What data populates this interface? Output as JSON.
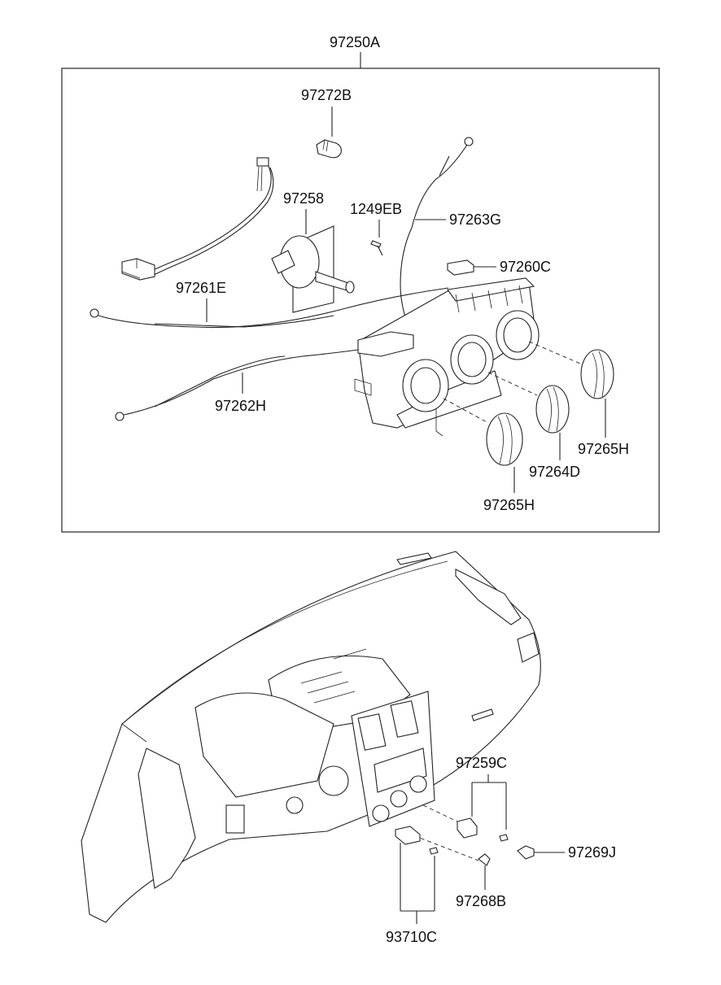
{
  "labels": {
    "assembly": "97250A",
    "bulb": "97272B",
    "actuator": "97258",
    "screw": "1249EB",
    "cable_g": "97263G",
    "lamp": "97260C",
    "cable_e": "97261E",
    "cable_h": "97262H",
    "knob_h_right": "97265H",
    "knob_d": "97264D",
    "knob_h_bottom": "97265H",
    "switch_c": "97259C",
    "clip_j": "97269J",
    "bulb_b": "97268B",
    "switch_93710c": "93710C"
  }
}
